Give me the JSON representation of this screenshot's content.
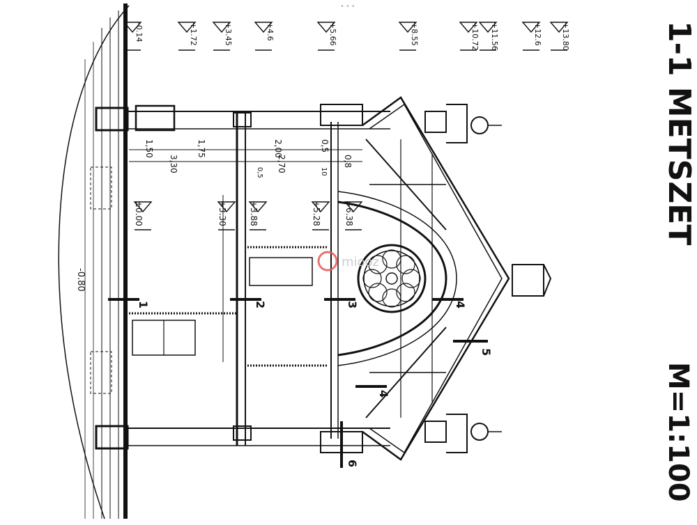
{
  "drawing": {
    "title": "1-1 METSZET",
    "scale": "M=1:100",
    "watermark": "miooz",
    "level_marks": [
      "-0.14",
      "+1.72",
      "+3.45",
      "+4.6",
      "+5.66",
      "+8.55",
      "+10.72",
      "+11.56",
      "+12.6",
      "+13.80"
    ],
    "section_levels": [
      "±0.00",
      "+3.30",
      "+3.88",
      "+5.28",
      "+6.38"
    ],
    "ground_level": "-0.80",
    "dimensions_top": [
      "1,50",
      "1,75",
      "2,00",
      "0,5"
    ],
    "dimensions_bottom": [
      "3,30",
      "2,70",
      "0,8"
    ],
    "small_dims": [
      "0,5",
      "10"
    ],
    "axis_labels": [
      "1",
      "2",
      "3",
      "4",
      "5",
      "4",
      "6"
    ]
  }
}
